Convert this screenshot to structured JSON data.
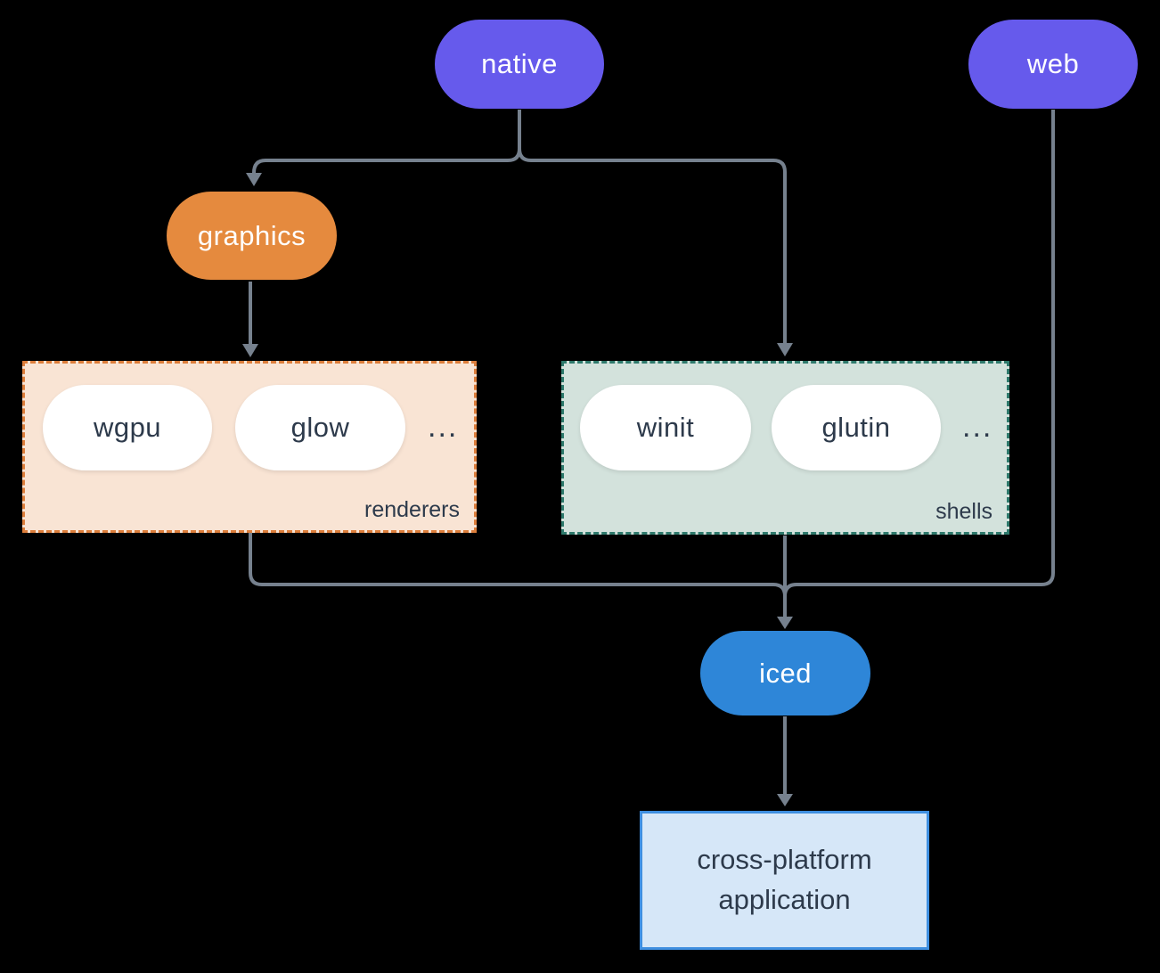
{
  "diagram": {
    "nodes": {
      "native": {
        "label": "native",
        "color": "#665AEC"
      },
      "web": {
        "label": "web",
        "color": "#665AEC"
      },
      "graphics": {
        "label": "graphics",
        "color": "#E58A3E"
      },
      "iced": {
        "label": "iced",
        "color": "#2E86D8"
      },
      "application": {
        "line1": "cross-platform",
        "line2": "application",
        "fill": "#D6E7F8",
        "border": "#3F8FE0"
      }
    },
    "groups": {
      "renderers": {
        "label": "renderers",
        "items": [
          "wgpu",
          "glow"
        ],
        "ellipsis": "...",
        "fill": "#F9E4D4",
        "border": "#DD7E3B"
      },
      "shells": {
        "label": "shells",
        "items": [
          "winit",
          "glutin"
        ],
        "ellipsis": "...",
        "fill": "#D3E2DC",
        "border": "#2E7A6C"
      }
    },
    "colors": {
      "background": "#000000",
      "connector": "#76818E",
      "pill_text_light": "#FFFFFF",
      "dark_text": "#2D3A4B"
    }
  }
}
